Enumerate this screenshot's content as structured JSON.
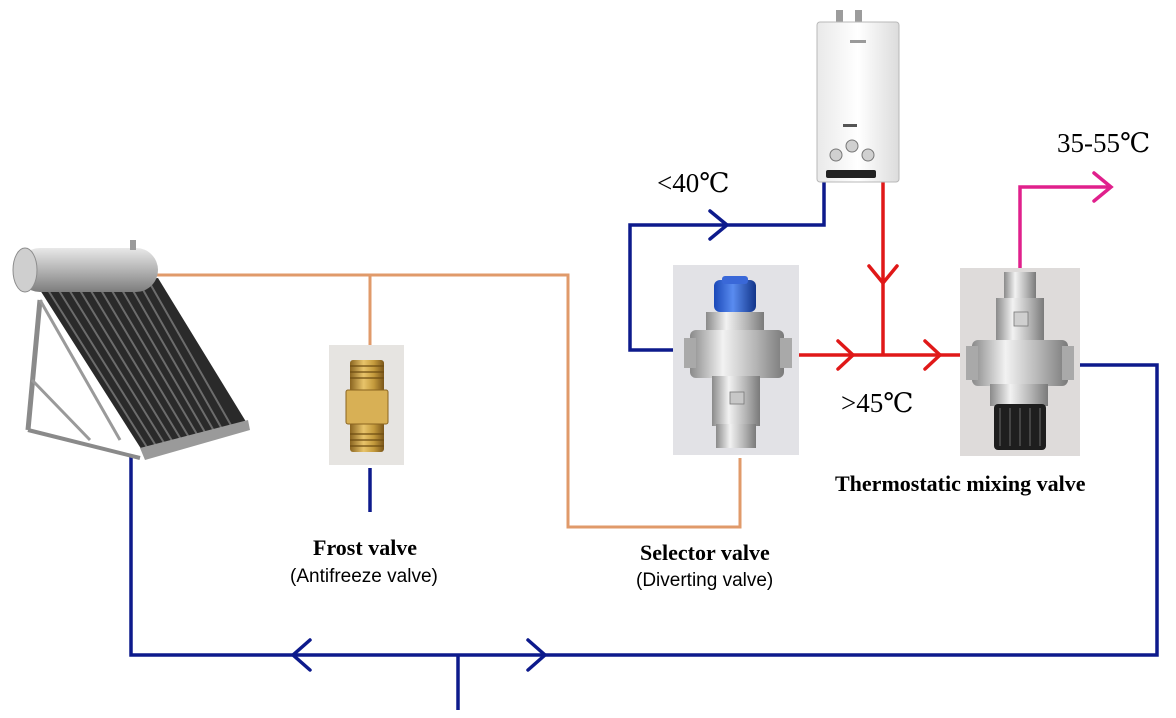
{
  "colors": {
    "cold_pipe": "#0d1a8c",
    "hot_pipe": "#e01818",
    "mixed_pipe": "#e0208c",
    "solar_pipe": "#e09a6a"
  },
  "labels": {
    "temp_in_heater": "<40℃",
    "temp_out_hot": ">45℃",
    "temp_mixed_out": "35-55℃",
    "frost_valve_title": "Frost valve",
    "frost_valve_subtitle": "(Antifreeze valve)",
    "selector_valve_title": "Selector valve",
    "selector_valve_subtitle": "(Diverting valve)",
    "mixing_valve_title": "Thermostatic mixing valve"
  },
  "components": {
    "solar_heater": "solar-water-heater-illustration",
    "gas_heater": "gas-water-heater-illustration",
    "frost_valve": "brass-frost-valve-photo",
    "selector_valve": "selector-valve-photo",
    "mixing_valve": "thermostatic-mixing-valve-photo"
  }
}
